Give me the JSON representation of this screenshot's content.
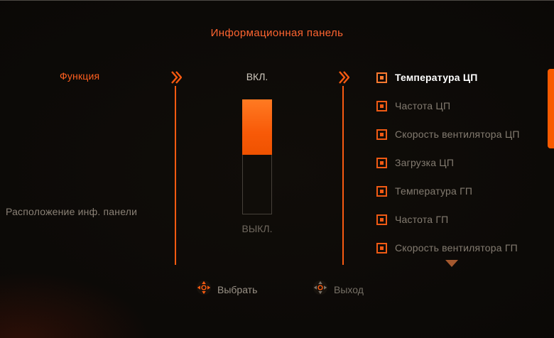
{
  "title": "Информационная панель",
  "colors": {
    "accent": "#f85a10",
    "dim_text": "#8a8176",
    "selected_text": "#ffffff",
    "background": "#0a0806"
  },
  "left_panel": {
    "items": [
      {
        "label": "Функция",
        "selected": true
      },
      {
        "label": "Расположение инф. панели",
        "selected": false
      }
    ]
  },
  "middle_panel": {
    "on_label": "ВКЛ.",
    "off_label": "ВЫКЛ.",
    "selected_value": "ВКЛ.",
    "fill_percent": 48
  },
  "right_panel": {
    "items": [
      {
        "label": "Температура ЦП",
        "selected": true
      },
      {
        "label": "Частота ЦП",
        "selected": false
      },
      {
        "label": "Скорость вентилятора ЦП",
        "selected": false
      },
      {
        "label": "Загрузка ЦП",
        "selected": false
      },
      {
        "label": "Температура ГП",
        "selected": false
      },
      {
        "label": "Частота ГП",
        "selected": false
      },
      {
        "label": "Скорость вентилятора ГП",
        "selected": false
      }
    ],
    "has_more_below": true
  },
  "footer": {
    "select_label": "Выбрать",
    "exit_label": "Выход"
  }
}
